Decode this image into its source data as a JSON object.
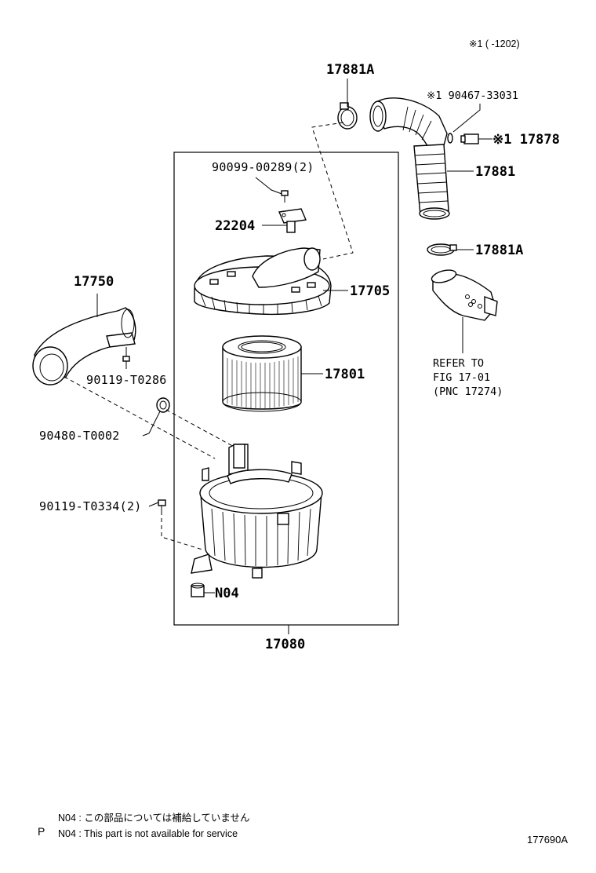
{
  "header": {
    "applicability": "※1 (    -1202)"
  },
  "parts": {
    "clamp_top": "17881A",
    "note_90467": "※1 90467-33031",
    "note_17878": "※1 17878",
    "hose_17881": "17881",
    "bolt_top": "90099-00289(2)",
    "sensor": "22204",
    "clamp_mid": "17881A",
    "cap": "17705",
    "element": "17801",
    "duct": "17750",
    "screw_duct": "90119-T0286",
    "grommet": "90480-T0002",
    "bolt_case": "90119-T0334(2)",
    "n04": "N04",
    "assembly": "17080"
  },
  "refer": {
    "line1": "REFER TO",
    "line2": "FIG 17-01",
    "line3": "(PNC 17274)"
  },
  "footer": {
    "marker": "P",
    "note_jp": "N04 : この部品については補給していません",
    "note_en": "N04 : This part is not available for service",
    "figure_id": "177690A"
  }
}
